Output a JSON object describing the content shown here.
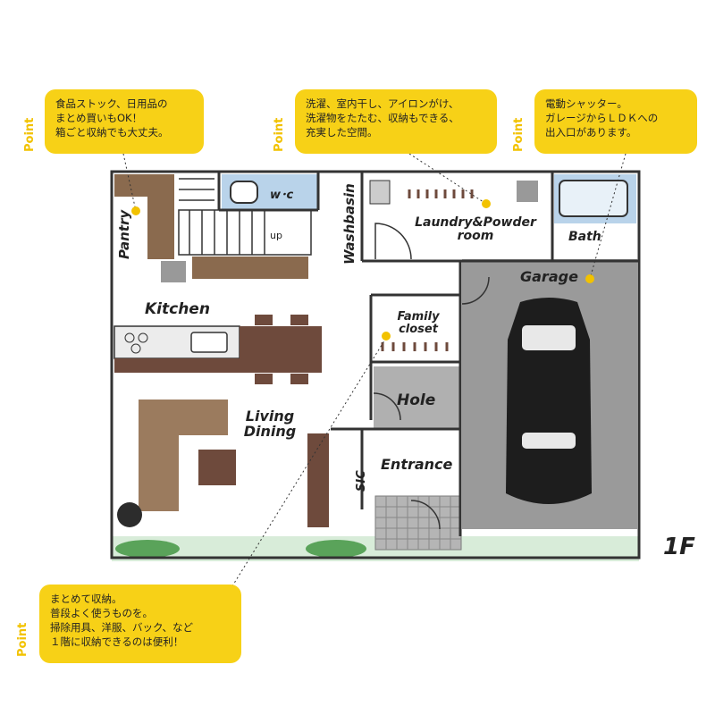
{
  "floor": "1F",
  "point_label": "Point",
  "callouts": {
    "pantry": "食品ストック、日用品の\nまとめ買いもOK！\n箱ごと収納でも大丈夫。",
    "laundry": "洗濯、室内干し、アイロンがけ、\n洗濯物をたたむ、収納もできる、\n充実した空間。",
    "garage": "電動シャッター。\nガレージからＬＤＫへの\n出入口があります。",
    "closet": "まとめて収納。\n普段よく使うものを。\n掃除用具、洋服、バック、など\n１階に収納できるのは便利！"
  },
  "rooms": {
    "pantry": "Pantry",
    "wc": "w･c",
    "up": "up",
    "washbasin": "Washbasin",
    "laundry": "Laundry&Powder\nroom",
    "bath": "Bath",
    "garage": "Garage",
    "kitchen": "Kitchen",
    "family_closet": "Family\ncloset",
    "hole": "Hole",
    "living": "Living\nDining",
    "sic": "SIC",
    "entrance": "Entrance"
  },
  "colors": {
    "callout": "#f7d117",
    "wood": "#8a6a4e",
    "dark_wood": "#6e4a3c",
    "garage_floor": "#9a9a9a",
    "hole_floor": "#b0b0b0",
    "bath_blue": "#b9d3ea",
    "lawn": "#cfe6d2",
    "pin": "#f2c200"
  }
}
